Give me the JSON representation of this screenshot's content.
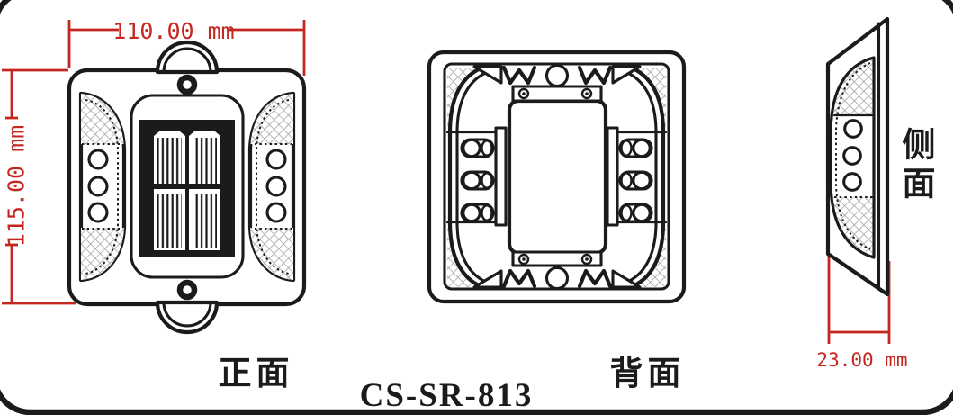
{
  "title": {
    "model": "CS-SR-813"
  },
  "views": {
    "front": {
      "label": "正面"
    },
    "back": {
      "label": "背面"
    },
    "side": {
      "label": "侧面"
    }
  },
  "dimensions": {
    "width": "110.00 mm",
    "height": "115.00 mm",
    "depth": "23.00 mm"
  },
  "colors": {
    "ink": "#1b1b1b",
    "red": "#c4271f",
    "hatch": "#9c9c9c"
  }
}
